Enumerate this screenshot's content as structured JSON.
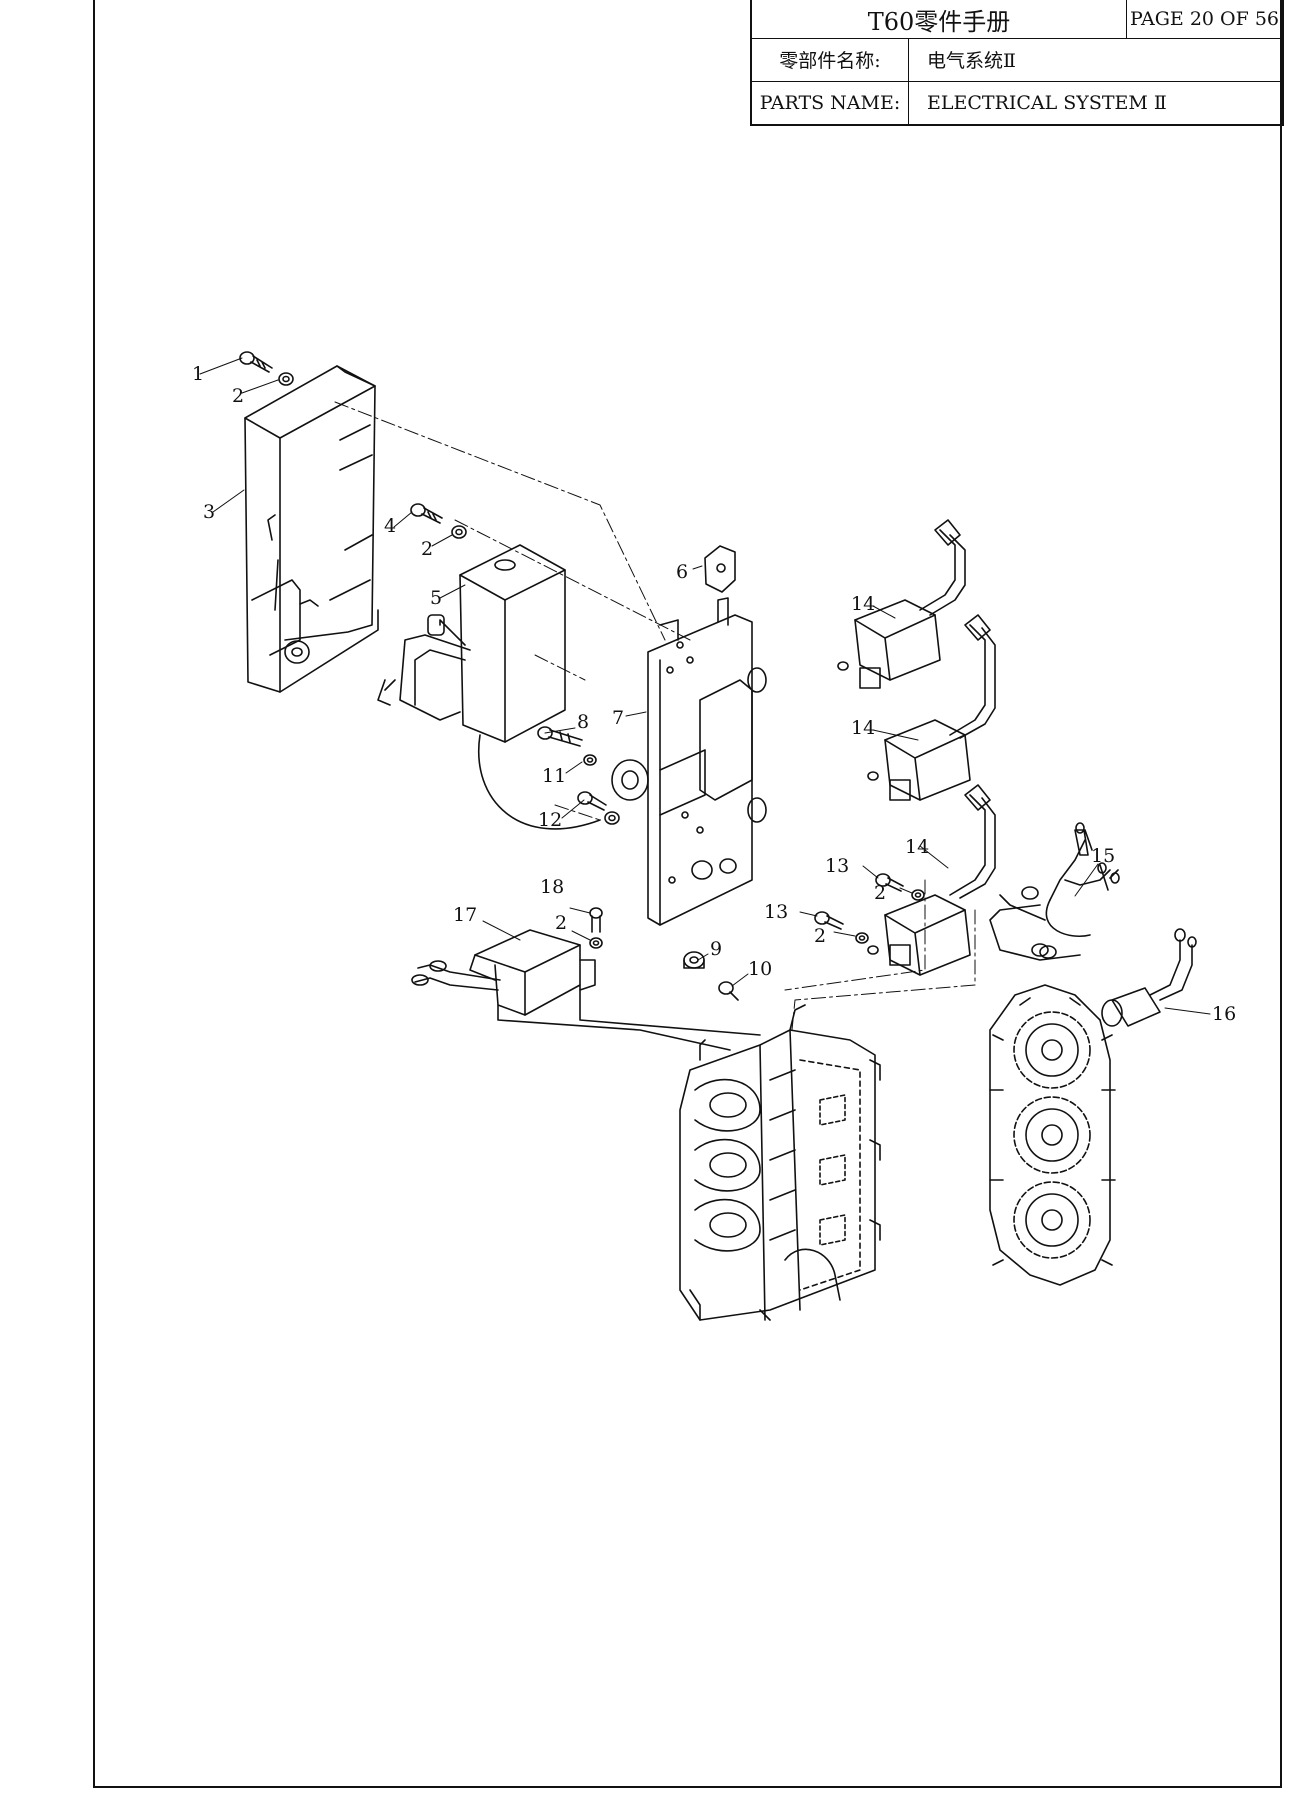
{
  "title_block": {
    "manual": "T60零件手册",
    "page": "PAGE 20 OF 56",
    "name_label_cn": "零部件名称:",
    "name_value_cn": "电气系统Ⅱ",
    "name_label_en": "PARTS NAME:",
    "name_value_en": "ELECTRICAL SYSTEM Ⅱ"
  },
  "callouts": {
    "c1": "1",
    "c2a": "2",
    "c3": "3",
    "c4": "4",
    "c2b": "2",
    "c5": "5",
    "c6": "6",
    "c7": "7",
    "c8": "8",
    "c11": "11",
    "c12": "12",
    "c14a": "14",
    "c14b": "14",
    "c14c": "14",
    "c13a": "13",
    "c2c": "2",
    "c13b": "13",
    "c2d": "2",
    "c15": "15",
    "c16": "16",
    "c18": "18",
    "c17": "17",
    "c2e": "2",
    "c9": "9",
    "c10": "10"
  }
}
